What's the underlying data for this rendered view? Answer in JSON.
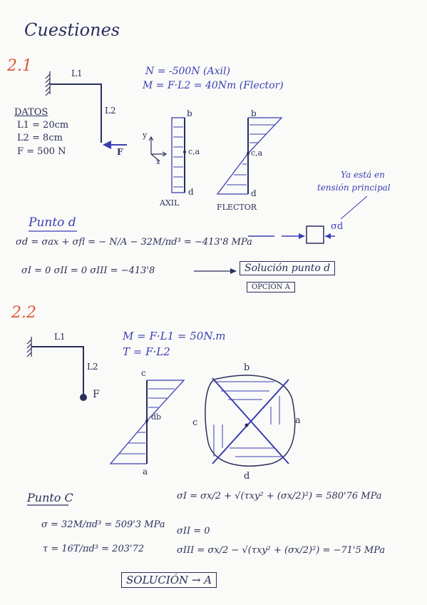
{
  "title": "Cuestiones",
  "s21": {
    "label": "2.1",
    "l1": "L1",
    "l2": "L2",
    "force_label": "F",
    "datos_title": "DATOS",
    "datos": [
      "L1 = 20cm",
      "L2 = 8cm",
      "F = 500 N"
    ],
    "eq_n": "N = -500N (Axil)",
    "eq_m": "M = F·L2 = 40Nm (Flector)",
    "axes": {
      "y": "y",
      "x": "x"
    },
    "axil_points": {
      "b": "b",
      "ca": "c,a",
      "d": "d"
    },
    "axil_label": "AXIL",
    "flector_points": {
      "b": "b",
      "ca": "c,a",
      "d": "d"
    },
    "flector_label": "FLECTOR",
    "note_line1": "Ya está en",
    "note_line2": "tensión principal",
    "punto_d": "Punto d",
    "eq_sigma_d": "σd = σax + σfl = − N/A − 32M/πd³ = −413'8 MPa",
    "sigma_d_label": "σd",
    "eq_principal": "σI = 0    σII = 0    σIII = −413'8",
    "solucion_d": "Solución punto d",
    "opcion": "OPCIÓN A"
  },
  "s22": {
    "label": "2.2",
    "l1": "L1",
    "l2": "L2",
    "force_label": "F",
    "eq_m": "M = F·L1 = 50N.m",
    "eq_t": "T = F·L2",
    "bend_points": {
      "c": "c",
      "db": "db",
      "a": "a"
    },
    "circle_points": {
      "b": "b",
      "c": "c",
      "a": "a",
      "d": "d"
    },
    "punto_c": "Punto C",
    "eq_sigma": "σ = 32M/πd³ = 509'3 MPa",
    "eq_tau": "τ = 16T/πd³ = 203'72",
    "eq_s1": "σI = σx/2 + √(τxy² + (σx/2)²) = 580'76 MPa",
    "eq_s2": "σII = 0",
    "eq_s3": "σIII = σx/2 − √(τxy² + (σx/2)²) = −71'5 MPa",
    "solucion": "SOLUCIÓN → A"
  }
}
